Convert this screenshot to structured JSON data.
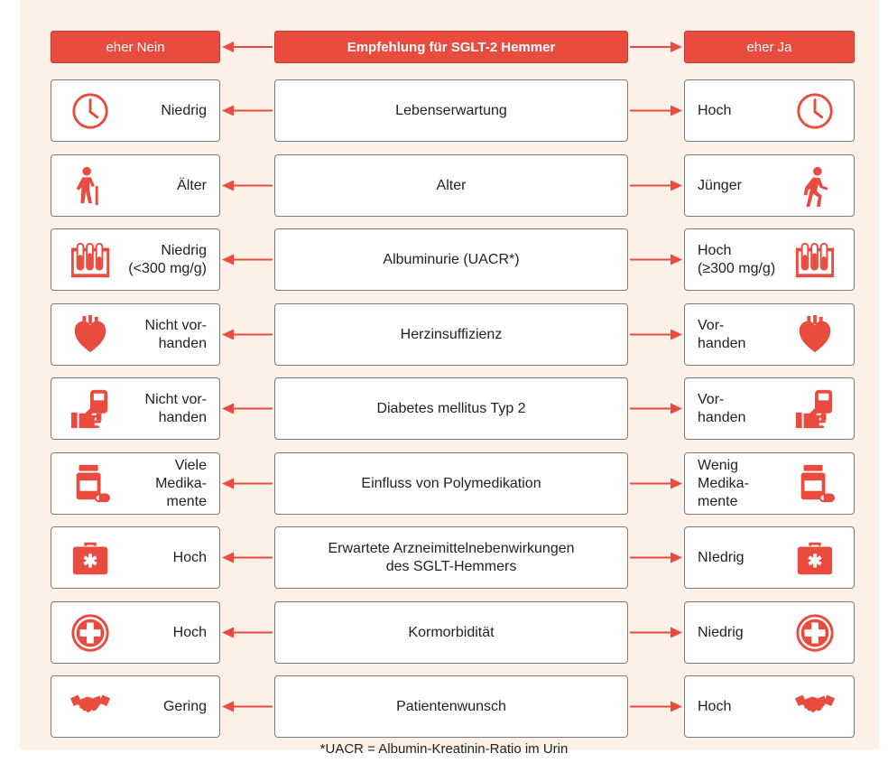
{
  "header": {
    "left": "eher Nein",
    "center": "Empfehlung für SGLT-2 Hemmer",
    "right": "eher Ja"
  },
  "rows": [
    {
      "left": "Niedrig",
      "center": "Lebenserwartung",
      "right": "Hoch",
      "icon": "clock-icon"
    },
    {
      "left": "Älter",
      "center": "Alter",
      "right": "Jünger",
      "left_icon": "elderly-person-with-cane-icon",
      "right_icon": "walking-person-icon"
    },
    {
      "left": "Niedrig\n(<300 mg/g)",
      "center": "Albuminurie (UACR*)",
      "right": "Hoch\n(≥300 mg/g)",
      "icon": "test-tubes-icon"
    },
    {
      "left": "Nicht vor-\nhanden",
      "center": "Herzinsuffizienz",
      "right": "Vor-\nhanden",
      "icon": "heart-icon"
    },
    {
      "left": "Nicht vor-\nhanden",
      "center": "Diabetes mellitus Typ 2",
      "right": "Vor-\nhanden",
      "icon": "glucose-meter-icon"
    },
    {
      "left": "Viele\nMedika-\nmente",
      "center": "Einfluss von Polymedikation",
      "right": "Wenig\nMedika-\nmente",
      "icon": "medication-bottle-icon"
    },
    {
      "left": "Hoch",
      "center": "Erwartete Arzneimittelnebenwirkungen\ndes SGLT-Hemmers",
      "right": "NIedrig",
      "icon": "first-aid-kit-icon"
    },
    {
      "left": "Hoch",
      "center": "Kormorbidität",
      "right": "Niedrig",
      "icon": "medical-cross-icon"
    },
    {
      "left": "Gering",
      "center": "Patientenwunsch",
      "right": "Hoch",
      "icon": "handshake-icon"
    }
  ],
  "footnote": "*UACR = Albumin-Kreatinin-Ratio im Urin",
  "colors": {
    "accent": "#e94b3f",
    "background": "#fdf1e7"
  }
}
